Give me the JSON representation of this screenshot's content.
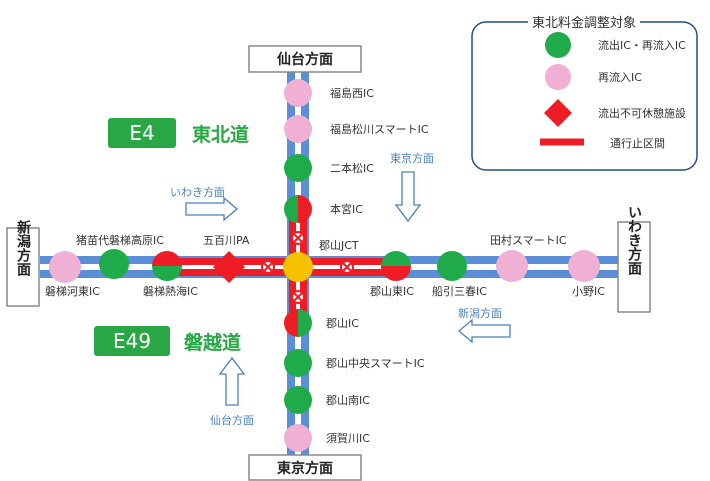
{
  "colors": {
    "road_blue": "#5a8fd8",
    "road_red": "#ee1c25",
    "green": "#1fab4a",
    "pink": "#f0b0d4",
    "yellow": "#f6c200",
    "route_green": "#2aa745",
    "direction_blue": "#4a7fc0"
  },
  "legend": {
    "title": "東北料金調整対象",
    "items": [
      {
        "icon": "green-circle-icon",
        "label": "流出IC・再流入IC"
      },
      {
        "icon": "pink-circle-icon",
        "label": "再流入IC"
      },
      {
        "icon": "red-diamond-icon",
        "label": "流出不可休憩施設"
      },
      {
        "icon": "red-line-icon",
        "label": "通行止区間"
      }
    ]
  },
  "terminals": {
    "north": "仙台方面",
    "south": "東京方面",
    "west": "新潟方面",
    "east": "いわき方面"
  },
  "routes": {
    "tohoku": {
      "code": "E4",
      "name": "東北道"
    },
    "banetsu": {
      "code": "E49",
      "name": "磐越道"
    }
  },
  "directions": {
    "iwaki": "いわき方面",
    "tokyo": "東京方面",
    "niigata": "新潟方面",
    "sendai": "仙台方面"
  },
  "vertical_stations": [
    {
      "name": "福島西IC",
      "type": "pink"
    },
    {
      "name": "福島松川スマートIC",
      "type": "pink"
    },
    {
      "name": "二本松IC",
      "type": "green"
    },
    {
      "name": "本宮IC",
      "type": "split"
    },
    {
      "name": "郡山IC",
      "type": "split"
    },
    {
      "name": "郡山中央スマートIC",
      "type": "green"
    },
    {
      "name": "郡山南IC",
      "type": "green"
    },
    {
      "name": "須賀川IC",
      "type": "pink"
    }
  ],
  "horizontal_stations": [
    {
      "name": "磐梯河東IC",
      "type": "pink"
    },
    {
      "name": "猪苗代磐梯高原IC",
      "type": "green"
    },
    {
      "name": "磐梯熱海IC",
      "type": "split"
    },
    {
      "name": "五百川PA",
      "type": "diamond"
    },
    {
      "name": "郡山東IC",
      "type": "split"
    },
    {
      "name": "船引三春IC",
      "type": "green"
    },
    {
      "name": "田村スマートIC",
      "type": "pink"
    },
    {
      "name": "小野IC",
      "type": "pink"
    }
  ],
  "junction": {
    "name": "郡山JCT"
  }
}
